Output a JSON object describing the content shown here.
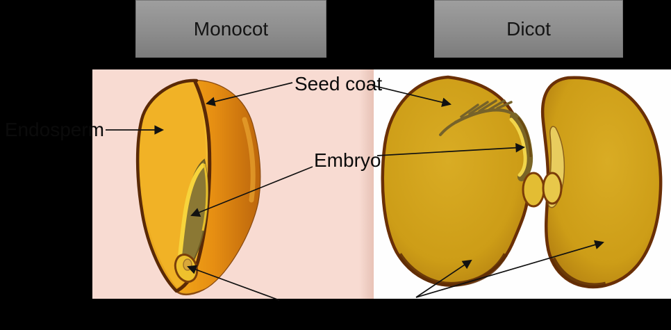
{
  "headers": {
    "monocot": "Monocot",
    "dicot": "Dicot"
  },
  "annotations": {
    "seed_coat": "Seed coat",
    "embryo": "Embryo",
    "endosperm": "Endosperm"
  },
  "colors": {
    "slide_background": "#000000",
    "monocot_panel_background": "#f8dbd2",
    "dicot_panel_background": "#fefefe",
    "header_box_gray_top": "#9e9e9e",
    "header_box_gray_bottom": "#7c7c7c",
    "header_text": "#141414",
    "annotation_text": "#0b0b0b",
    "arrow": "#111111",
    "kernel_endosperm_yellow": "#f1b226",
    "kernel_seedcoat_orange": "#e08c12",
    "seed_outline_brown": "#5a2906",
    "cotyledon_gold": "#d2a31a",
    "embryo_olive": "#8b7834"
  }
}
